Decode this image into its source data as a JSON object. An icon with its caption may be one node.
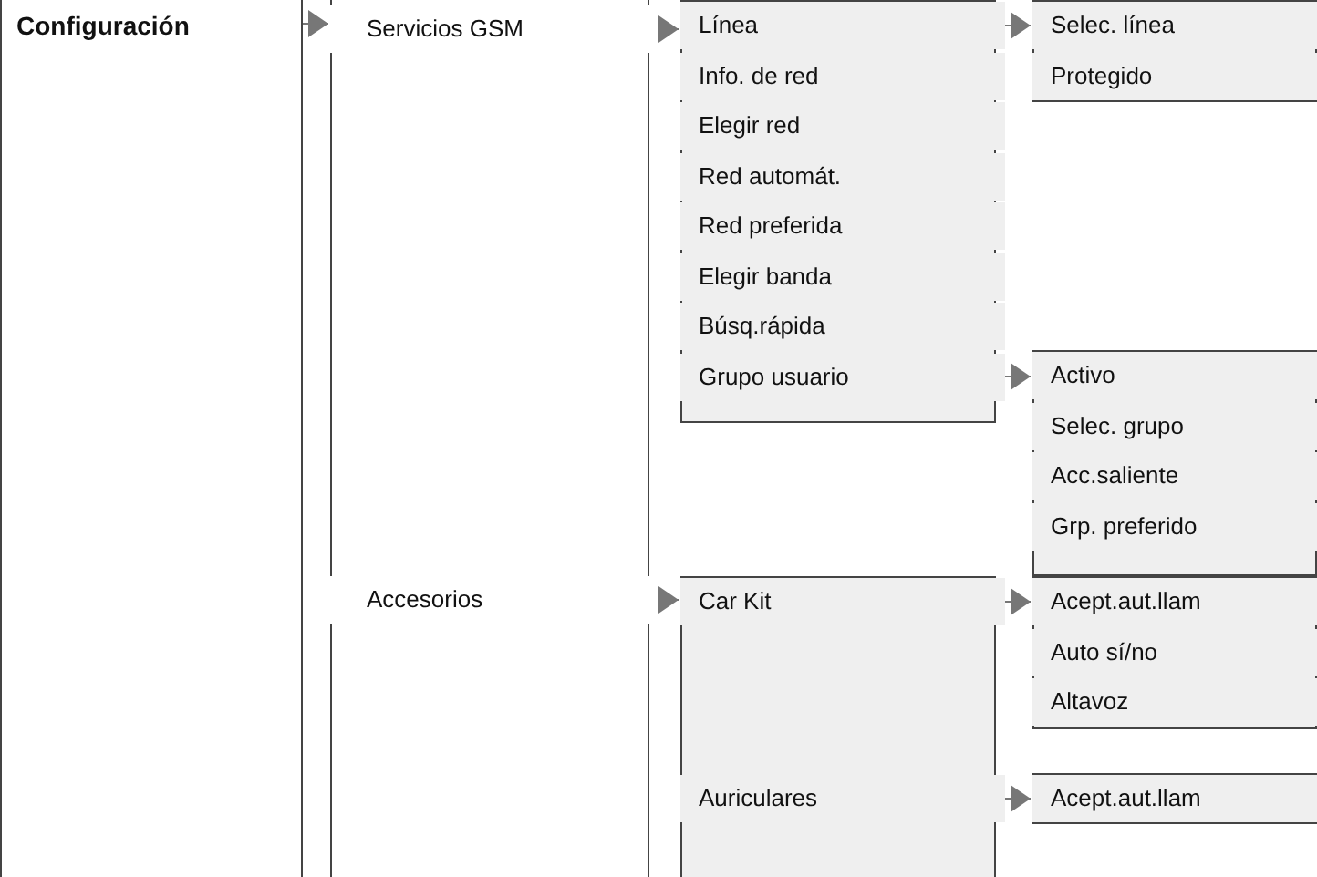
{
  "diagram": {
    "nodes": [
      {
        "text": [
          "Configuración"
        ]
      },
      {
        "text": [],
        "shape": "box"
      },
      {
        "text": [
          "Servicios GSM"
        ],
        "in": 1
      },
      {
        "text": [
          "Accesorios"
        ],
        "in": 1
      },
      {
        "text": [],
        "shape": "box"
      },
      {
        "text": [
          "Línea"
        ],
        "in": 4
      },
      {
        "text": [
          "Info. de red"
        ],
        "in": 4
      },
      {
        "text": [
          "Elegir red"
        ],
        "in": 4
      },
      {
        "text": [
          "Red automát."
        ],
        "in": 4
      },
      {
        "text": [
          "Red preferida"
        ],
        "in": 4
      },
      {
        "text": [
          "Elegir banda"
        ],
        "in": 4
      },
      {
        "text": [
          "Búsq.rápida"
        ],
        "in": 4
      },
      {
        "text": [
          "Grupo usuario"
        ],
        "in": 4
      },
      {
        "text": [],
        "shape": "box"
      },
      {
        "text": [
          "Selec. línea"
        ],
        "in": 13
      },
      {
        "text": [
          "Protegido"
        ],
        "in": 13
      },
      {
        "text": [],
        "shape": "box"
      },
      {
        "text": [
          "Activo"
        ],
        "in": 16
      },
      {
        "text": [
          "Selec. grupo"
        ],
        "in": 16
      },
      {
        "text": [
          "Acc.saliente"
        ],
        "in": 16
      },
      {
        "text": [
          "Grp. preferido"
        ],
        "in": 16
      },
      {
        "text": [],
        "shape": "box"
      },
      {
        "text": [
          "Car Kit"
        ],
        "in": 21
      },
      {
        "text": [
          "Auriculares"
        ],
        "in": 21
      },
      {
        "text": [],
        "shape": "box"
      },
      {
        "text": [
          "Acept.aut.llam"
        ],
        "in": 24
      },
      {
        "text": [
          "Auto sí/no"
        ],
        "in": 24
      },
      {
        "text": [
          "Altavoz"
        ],
        "in": 24
      },
      {
        "text": [],
        "shape": "box"
      },
      {
        "text": [
          "Acept.aut.llam"
        ],
        "in": 28
      }
    ],
    "edges": [
      {
        "from": 0,
        "to": 1,
        "arrow": "to"
      },
      {
        "from": 2,
        "to": 4,
        "arrow": "to"
      },
      {
        "from": 5,
        "to": 13,
        "arrow": "to"
      },
      {
        "from": 12,
        "to": 16,
        "arrow": "to"
      },
      {
        "from": 3,
        "to": 21,
        "arrow": "to"
      },
      {
        "from": 22,
        "to": 24,
        "arrow": "to"
      },
      {
        "from": 23,
        "to": 28,
        "arrow": "to"
      }
    ]
  }
}
